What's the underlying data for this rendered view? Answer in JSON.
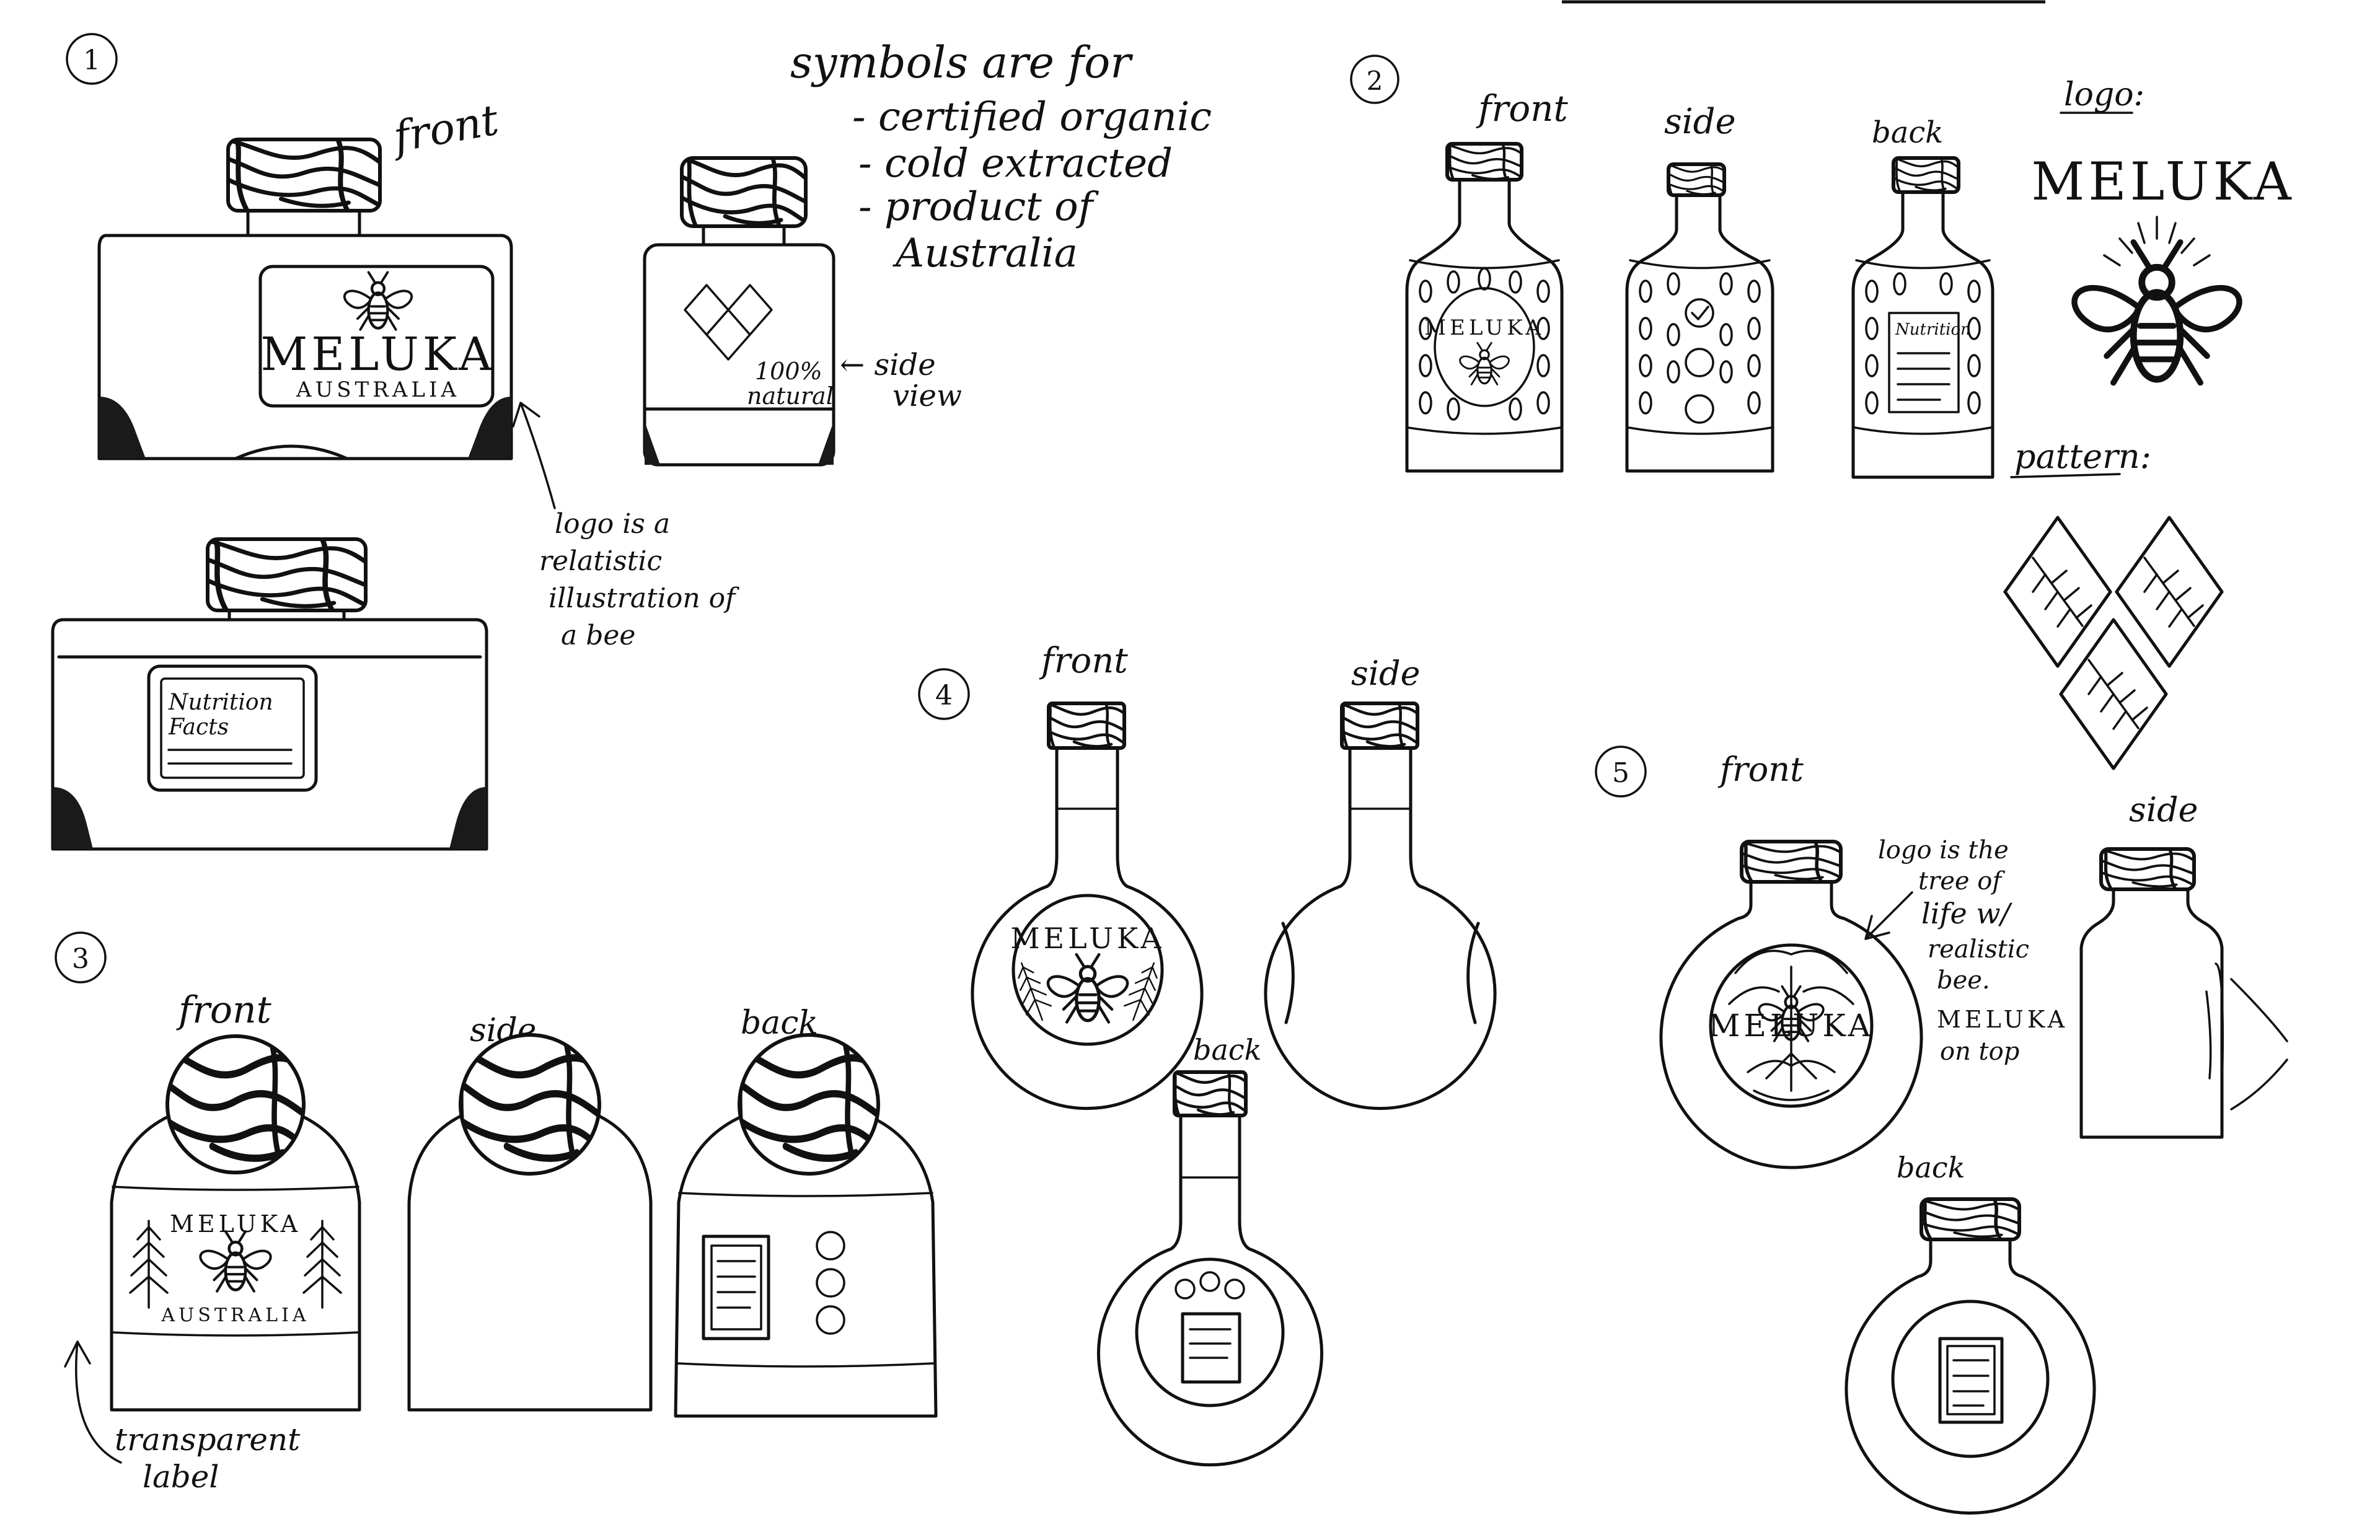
{
  "sketch_numbers": [
    "1",
    "2",
    "3",
    "4",
    "5"
  ],
  "views": {
    "front": "front",
    "side": "side",
    "back": "back"
  },
  "s1": {
    "label_brand": "MELUKA",
    "label_sub": "AUSTRALIA",
    "side_claim_1": "100%",
    "side_claim_2": "natural",
    "side_view_note_1": "← side",
    "side_view_note_2": "view",
    "logo_note": [
      "logo is a",
      "relatistic",
      "illustration of",
      "a bee"
    ],
    "nutrition_1": "Nutrition",
    "nutrition_2": "Facts"
  },
  "symbols_note": {
    "title": "symbols are for",
    "items": [
      "- certified organic",
      "- cold extracted",
      "- product of",
      "Australia"
    ]
  },
  "s2": {
    "bottle_brand": "MELUKA",
    "logo_heading": "logo:",
    "logo_word": "MELUKA",
    "pattern_heading": "pattern:",
    "back_label": "Nutrition"
  },
  "s3": {
    "brand": "MELUKA",
    "sub": "AUSTRALIA",
    "note_1": "transparent",
    "note_2": "label"
  },
  "s4": {
    "brand": "MELUKA"
  },
  "s5": {
    "brand": "MELUKA",
    "note": [
      "logo is the",
      "tree of",
      "life w/",
      "realistic",
      "bee.",
      "MELUKA",
      "on top"
    ]
  }
}
